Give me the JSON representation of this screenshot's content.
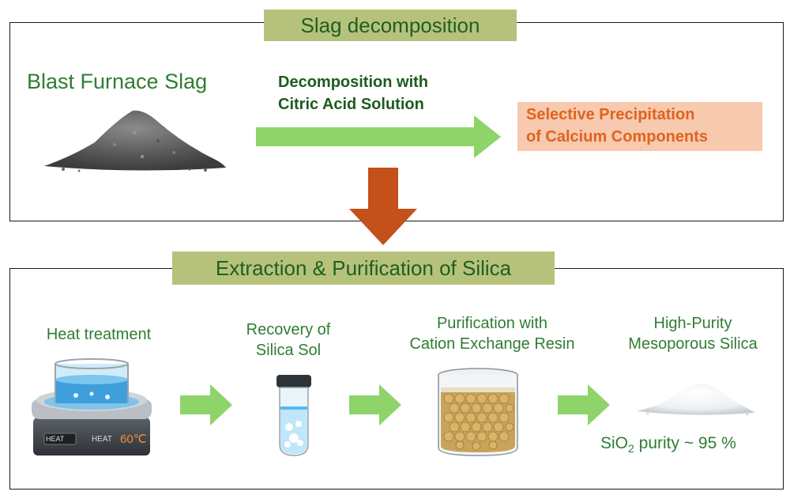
{
  "top_panel": {
    "banner": "Slag decomposition",
    "source_label": "Blast Furnace Slag",
    "process_label_line1": "Decomposition with",
    "process_label_line2": "Citric Acid Solution",
    "result_label_line1": "Selective Precipitation",
    "result_label_line2": "of Calcium Components"
  },
  "bottom_panel": {
    "banner": "Extraction & Purification of Silica",
    "steps": [
      {
        "label_line1": "Heat treatment",
        "label_line2": ""
      },
      {
        "label_line1": "Recovery of",
        "label_line2": "Silica Sol"
      },
      {
        "label_line1": "Purification with",
        "label_line2": "Cation Exchange Resin"
      },
      {
        "label_line1": "High-Purity",
        "label_line2": "Mesoporous Silica"
      }
    ],
    "hotplate": {
      "display_left": "HEAT",
      "display_mid": "HEAT",
      "display_temp": "60℃"
    },
    "purity": {
      "prefix": "SiO",
      "subscript": "2",
      "suffix": " purity ~ 95 %"
    }
  },
  "colors": {
    "banner_bg": "#b6c27c",
    "arrow_green": "#8ed46a",
    "arrow_orange": "#c4501a",
    "result_box_bg": "#f7c9ae",
    "result_text": "#e0631e",
    "text_green": "#2f7d32"
  }
}
